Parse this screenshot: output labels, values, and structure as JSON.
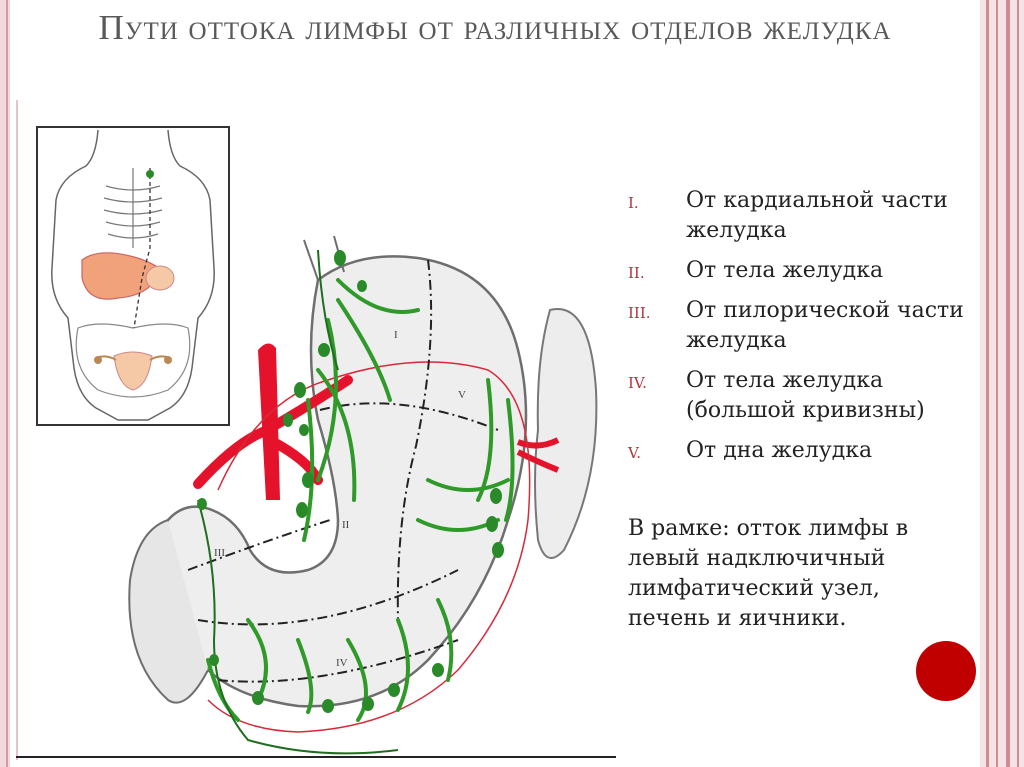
{
  "slide": {
    "title": "Пути оттока лимфы от различных отделов желудка",
    "accent_color": "#c00000",
    "frame_color": "#cf8c94"
  },
  "legend": {
    "items": [
      {
        "num": "I.",
        "text": "От кардиальной части желудка"
      },
      {
        "num": "II.",
        "text": "От тела желудка"
      },
      {
        "num": "III.",
        "text": "От пилорической части желудка"
      },
      {
        "num": "IV.",
        "text": "От тела желудка (большой кривизны)"
      },
      {
        "num": "V.",
        "text": "От дна желудка"
      }
    ]
  },
  "note": "В рамке: отток лимфы в левый надключичный лимфатический узел, печень и яичники.",
  "diagram": {
    "region_labels": [
      "I",
      "II",
      "III",
      "IV",
      "V"
    ]
  }
}
